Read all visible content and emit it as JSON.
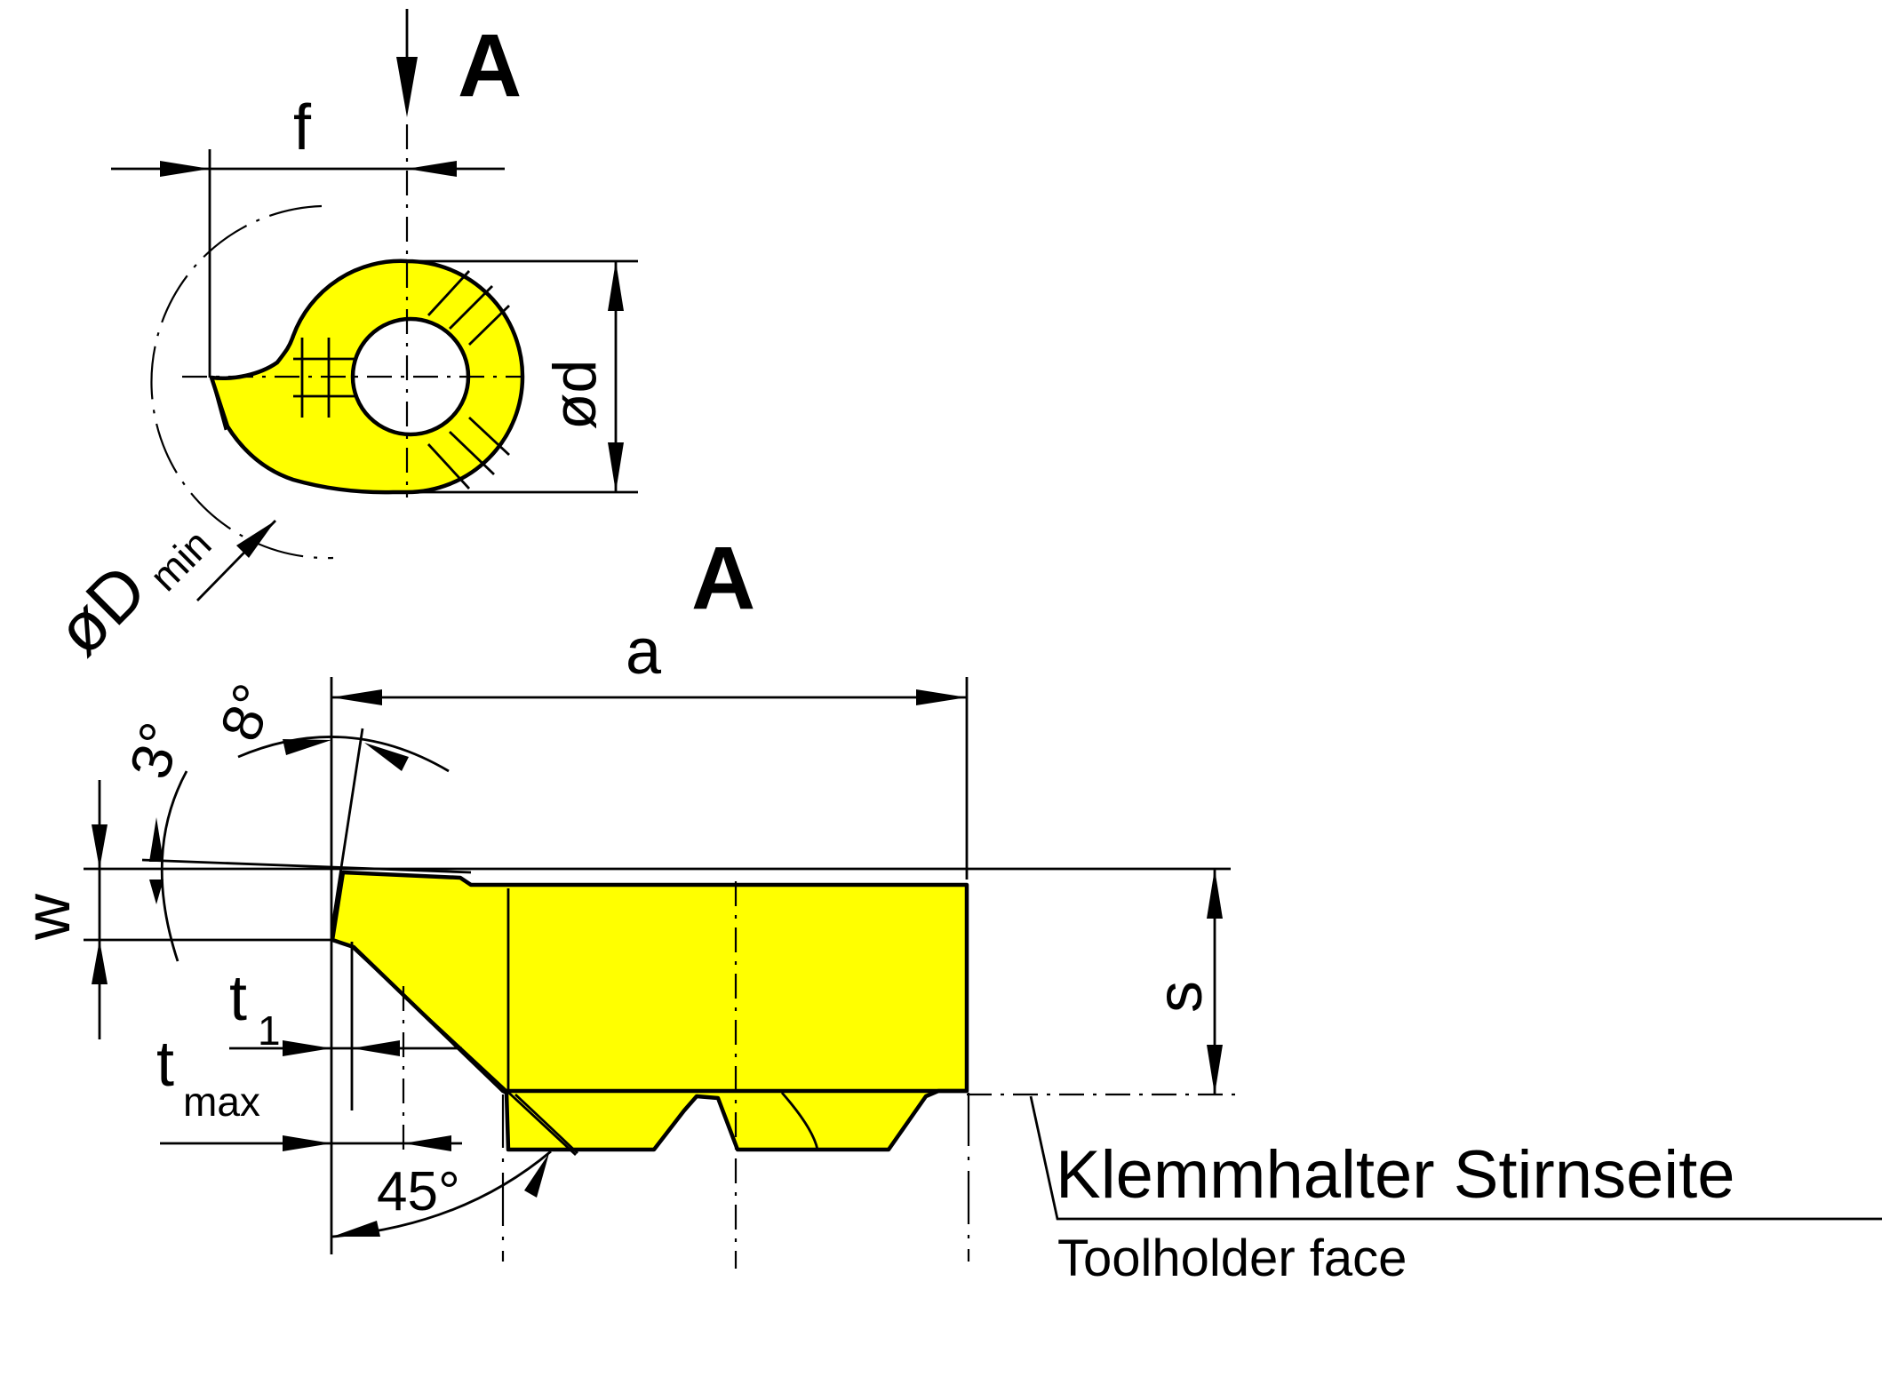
{
  "colors": {
    "insert_fill": "#ffff00",
    "line": "#000000",
    "background": "#ffffff"
  },
  "labels": {
    "view_marker": "A",
    "view_title": "A",
    "dim_f": "f",
    "dim_d": "ød",
    "dim_Dmin_main": "øD",
    "dim_Dmin_sub": "min",
    "dim_a": "a",
    "angle_8": "8°",
    "angle_3": "3°",
    "dim_w": "w",
    "dim_s": "s",
    "dim_t1_main": "t",
    "dim_t1_sub": "1",
    "dim_tmax_main": "t",
    "dim_tmax_sub": "max",
    "angle_45": "45°",
    "face_label_de": "Klemmhalter Stirnseite",
    "face_label_en": "Toolholder face"
  }
}
